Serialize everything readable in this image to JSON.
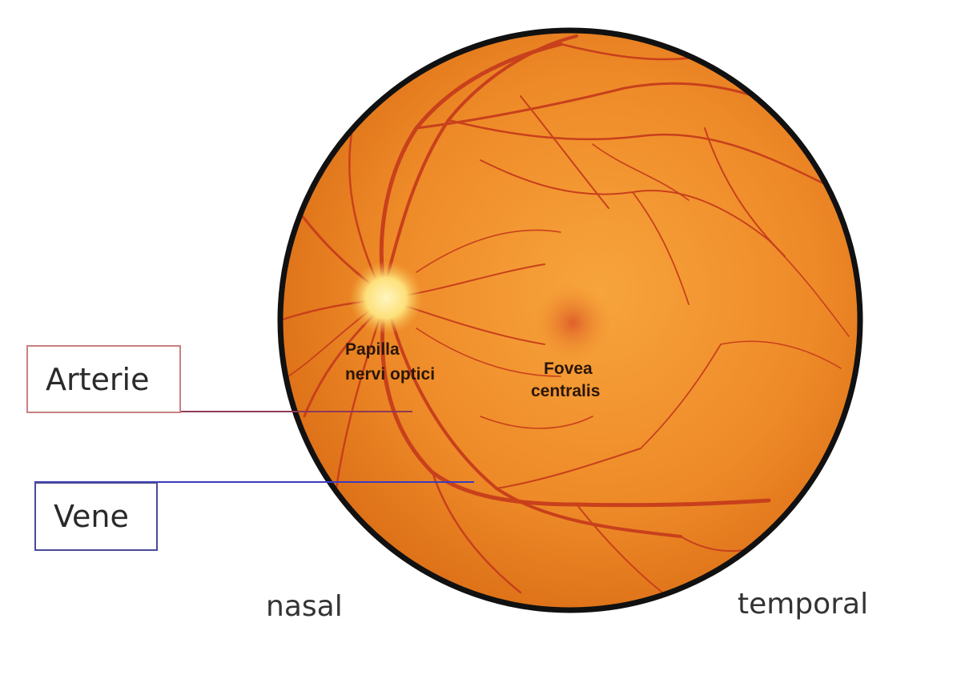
{
  "colors": {
    "fundus_inner": "#f7a43c",
    "fundus_mid": "#ee8a28",
    "fundus_outer": "#d96b14",
    "rim": "#111111",
    "vessel": "#c8401c",
    "optic_disc": "#fde07a",
    "fovea": "#d85028",
    "arterie_box_border": "#c98080",
    "arterie_line": "#8e3a55",
    "vene_box_border": "#4a4a9a",
    "vene_line": "#3b3bbf"
  },
  "fundus": {
    "papilla_line1": "Papilla",
    "papilla_line2": "nervi optici",
    "fovea_line1": "Fovea",
    "fovea_line2": "centralis"
  },
  "callouts": {
    "arterie": "Arterie",
    "vene": "Vene"
  },
  "orientation": {
    "nasal": "nasal",
    "temporal": "temporal"
  }
}
